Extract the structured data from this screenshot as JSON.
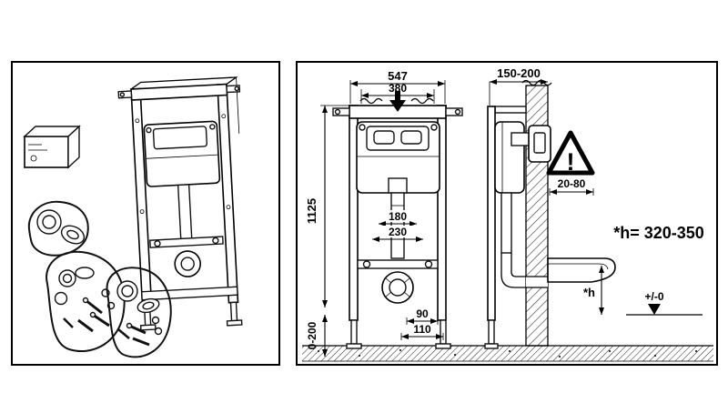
{
  "diagram": {
    "front_view": {
      "outer_width": "547",
      "inner_width": "380",
      "frame_height": "1125",
      "dim_180": "180",
      "dim_230": "230",
      "dim_90": "90",
      "dim_110": "110",
      "foot_range": "0-200"
    },
    "side_view": {
      "wall_distance": "150-200",
      "actuator_depth": "20-80",
      "warning_mark": "!",
      "seat_height": "*h= 320-350",
      "h_label": "*h",
      "floor_level": "+/-0"
    },
    "icons": {
      "warning": "warning-triangle-icon",
      "floor_level": "floor-level-marker-icon",
      "position_arrow": "down-arrow-icon"
    }
  }
}
